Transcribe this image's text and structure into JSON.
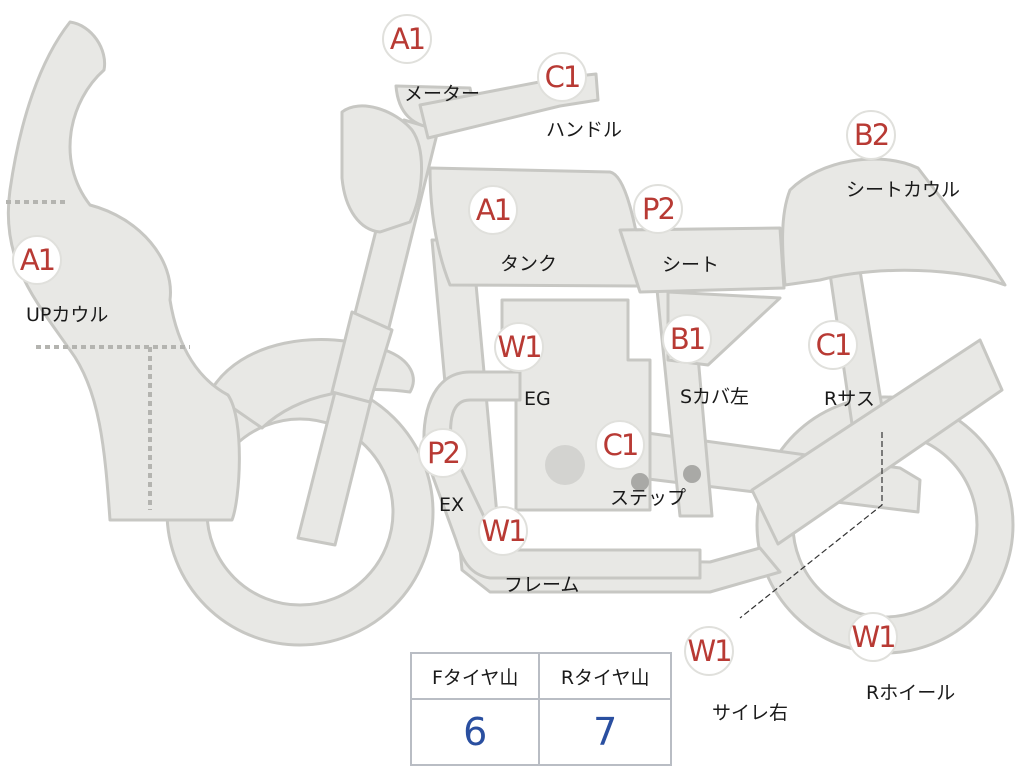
{
  "parts": [
    {
      "id": "meter",
      "grade": "A1",
      "label": "メーター"
    },
    {
      "id": "handle",
      "grade": "C1",
      "label": "ハンドル"
    },
    {
      "id": "tank",
      "grade": "A1",
      "label": "タンク"
    },
    {
      "id": "up-cowl",
      "grade": "A1",
      "label": "UPカウル"
    },
    {
      "id": "seat",
      "grade": "P2",
      "label": "シート"
    },
    {
      "id": "seat-cowl",
      "grade": "B2",
      "label": "シートカウル"
    },
    {
      "id": "engine",
      "grade": "W1",
      "label": "EG"
    },
    {
      "id": "s-cover-left",
      "grade": "B1",
      "label": "Sカバ左"
    },
    {
      "id": "r-suspension",
      "grade": "C1",
      "label": "Rサス"
    },
    {
      "id": "exhaust",
      "grade": "P2",
      "label": "EX"
    },
    {
      "id": "step",
      "grade": "C1",
      "label": "ステップ"
    },
    {
      "id": "frame",
      "grade": "W1",
      "label": "フレーム"
    },
    {
      "id": "muffler-right",
      "grade": "W1",
      "label": "サイレ右"
    },
    {
      "id": "r-wheel",
      "grade": "W1",
      "label": "Rホイール"
    }
  ],
  "tire_table": {
    "front": {
      "label": "Fタイヤ山",
      "value": "6"
    },
    "rear": {
      "label": "Rタイヤ山",
      "value": "7"
    }
  },
  "colors": {
    "part_fill": "#e8e8e5",
    "part_outline": "#c7c7c3",
    "grade_text": "#b83a34",
    "tire_value_text": "#2a4fa0"
  }
}
